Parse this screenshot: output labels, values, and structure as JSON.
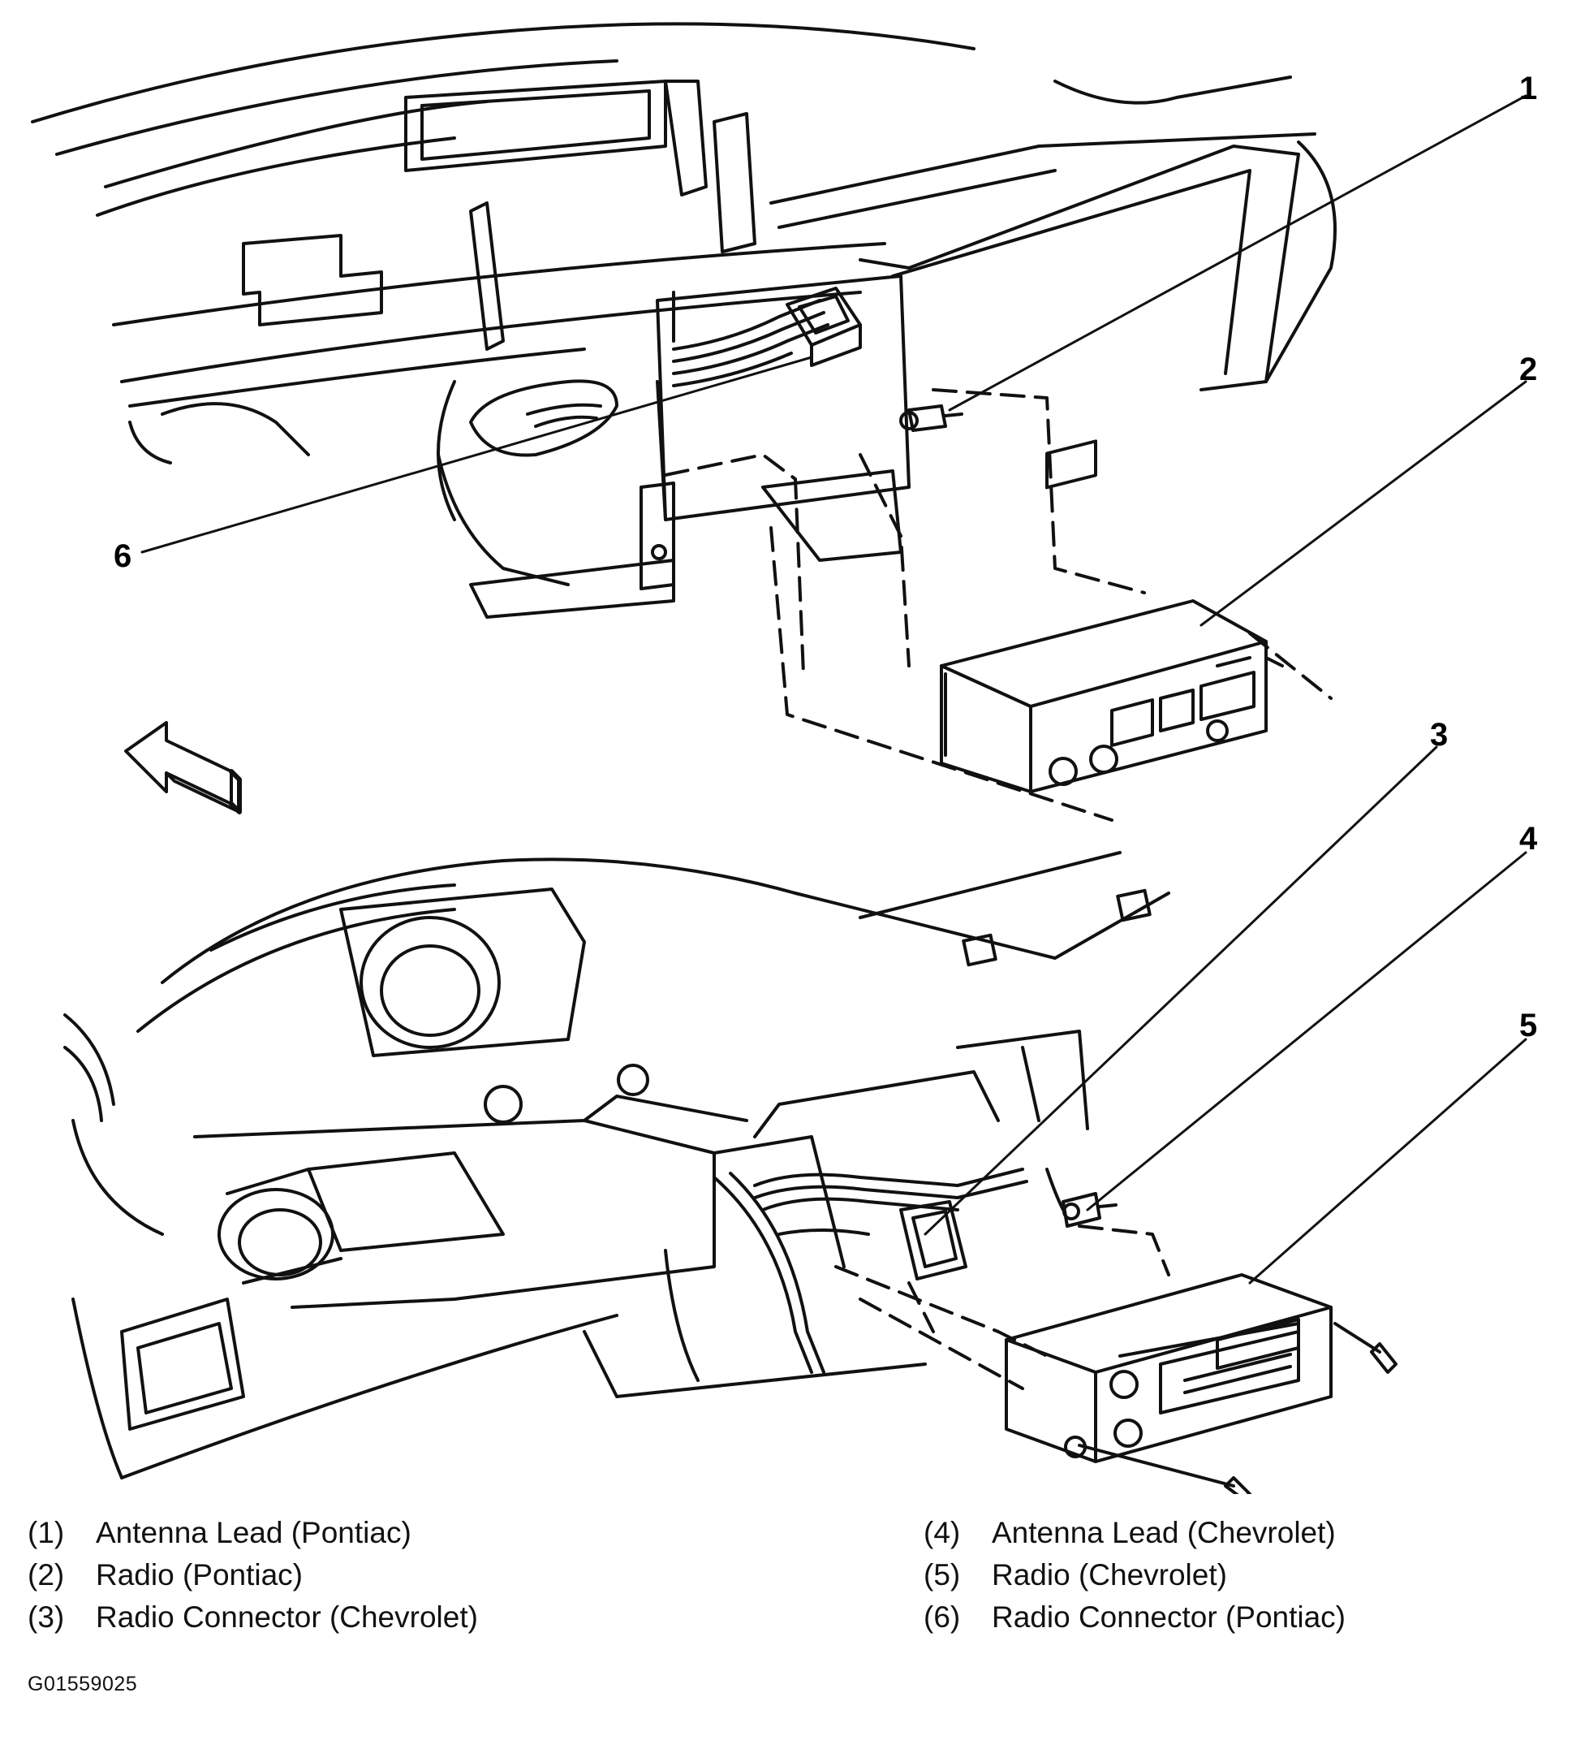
{
  "callouts": [
    {
      "id": "1",
      "label": "1"
    },
    {
      "id": "2",
      "label": "2"
    },
    {
      "id": "3",
      "label": "3"
    },
    {
      "id": "4",
      "label": "4"
    },
    {
      "id": "5",
      "label": "5"
    },
    {
      "id": "6",
      "label": "6"
    }
  ],
  "legend": [
    {
      "num": "(1)",
      "text": "Antenna Lead (Pontiac)"
    },
    {
      "num": "(2)",
      "text": "Radio (Pontiac)"
    },
    {
      "num": "(3)",
      "text": "Radio Connector (Chevrolet)"
    },
    {
      "num": "(4)",
      "text": "Antenna Lead (Chevrolet)"
    },
    {
      "num": "(5)",
      "text": "Radio (Chevrolet)"
    },
    {
      "num": "(6)",
      "text": "Radio Connector (Pontiac)"
    }
  ],
  "figure_id": "G01559025",
  "colors": {
    "line": "#111111",
    "background": "#ffffff"
  },
  "icons": [
    "forward-direction-arrow-icon"
  ]
}
